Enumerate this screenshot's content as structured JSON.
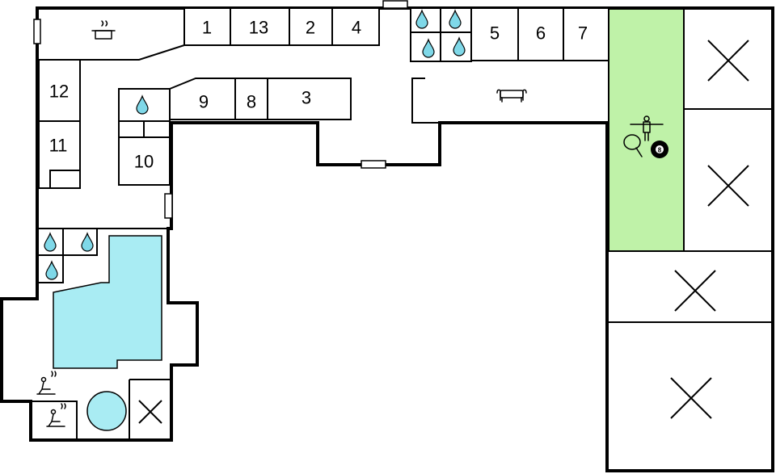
{
  "rooms": {
    "r1": "1",
    "r13": "13",
    "r2": "2",
    "r4": "4",
    "r5": "5",
    "r6": "6",
    "r7": "7",
    "r9": "9",
    "r8": "8",
    "r3": "3",
    "r12": "12",
    "r11": "11",
    "r10": "10"
  },
  "billiard_ball_number": "8",
  "colors": {
    "pool_water": "#a9ecf3",
    "game_room": "#bff2a8",
    "water_drop": "#7fd8e8",
    "wall": "#000000"
  },
  "icons": [
    "cooking-pot-icon",
    "water-drop-icon",
    "sofa-icon",
    "table-football-icon",
    "ping-pong-paddle-icon",
    "billiard-ball-icon",
    "sauna-icon",
    "hot-tub-icon",
    "bed-cross-icon",
    "door-icon"
  ]
}
